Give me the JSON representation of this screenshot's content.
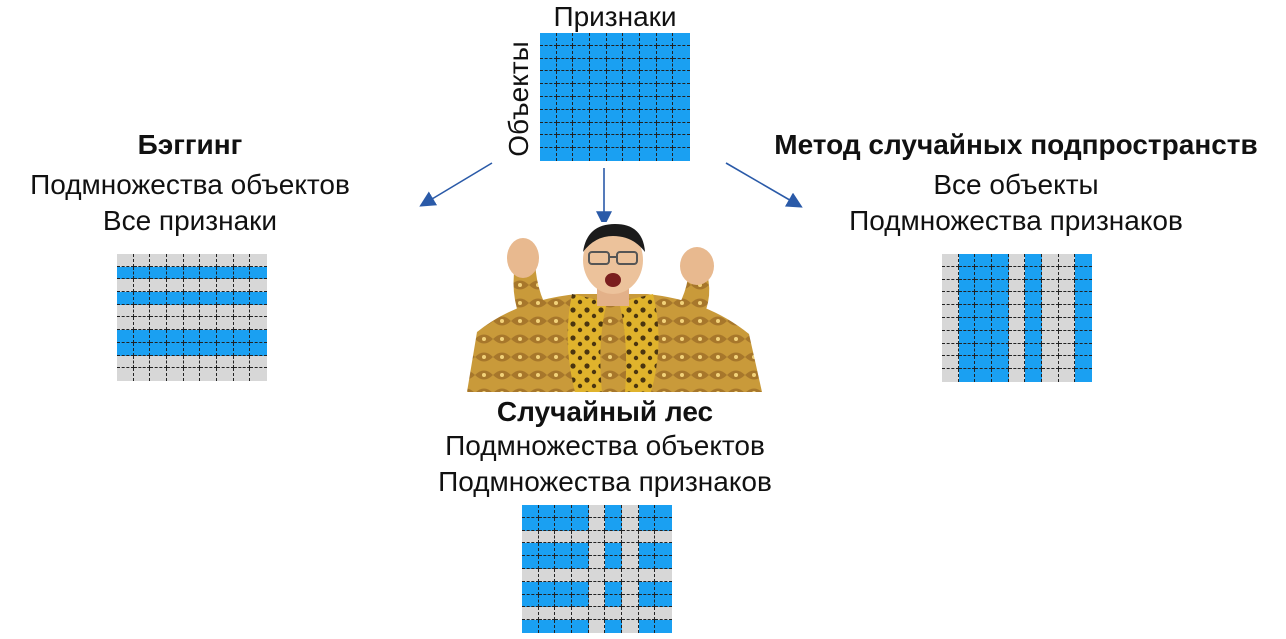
{
  "top": {
    "features_label": "Признаки",
    "objects_label": "Объекты"
  },
  "bagging": {
    "title": "Бэггинг",
    "line1": "Подмножества объектов",
    "line2": "Все признаки"
  },
  "rsm": {
    "title": "Метод случайных подпространств",
    "line1": "Все объекты",
    "line2": "Подмножества признаков"
  },
  "random_forest": {
    "title": "Случайный лес",
    "line1": "Подмножества объектов",
    "line2": "Подмножества признаков"
  },
  "colors": {
    "selected": "#1aa0f2",
    "unselected": "#d7d7d7",
    "arrow": "#2a5aa8"
  },
  "matrices": {
    "full": {
      "rows": [
        1,
        1,
        1,
        1,
        1,
        1,
        1,
        1,
        1,
        1
      ],
      "cols": [
        1,
        1,
        1,
        1,
        1,
        1,
        1,
        1,
        1
      ]
    },
    "bagging": {
      "rows": [
        0,
        1,
        0,
        1,
        0,
        0,
        1,
        1,
        0,
        0
      ],
      "cols": [
        1,
        1,
        1,
        1,
        1,
        1,
        1,
        1,
        1
      ]
    },
    "rsm": {
      "rows": [
        1,
        1,
        1,
        1,
        1,
        1,
        1,
        1,
        1,
        1
      ],
      "cols": [
        0,
        1,
        1,
        1,
        0,
        1,
        0,
        0,
        1
      ]
    },
    "random_forest": {
      "rows": [
        1,
        1,
        0,
        1,
        1,
        0,
        1,
        1,
        0,
        1
      ],
      "cols": [
        1,
        1,
        1,
        1,
        0,
        1,
        0,
        1,
        1
      ]
    }
  }
}
